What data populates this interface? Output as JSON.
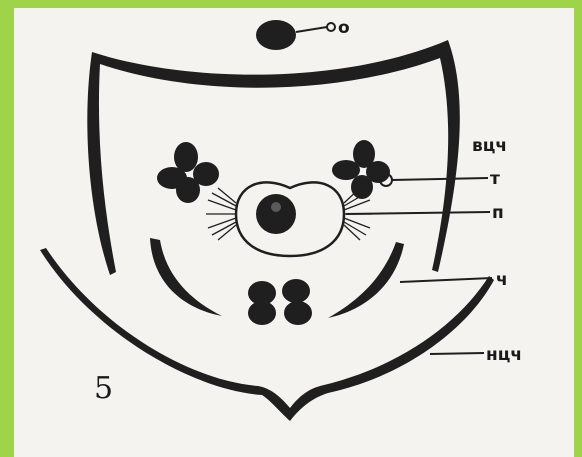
{
  "frame": {
    "border_color": "#9fd44a",
    "paper_color": "#f4f3ef",
    "ink_color": "#1f1f1f"
  },
  "figure_number": "5",
  "labels": {
    "o": "о",
    "vcch": "вцч",
    "t": "т",
    "p": "п",
    "ch": "ч",
    "ncch": "нцч"
  }
}
